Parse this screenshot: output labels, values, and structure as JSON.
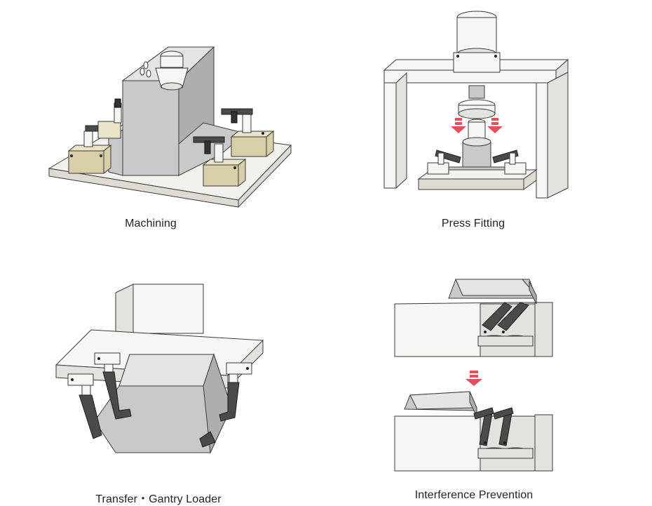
{
  "captions": {
    "machining": "Machining",
    "press_fitting": "Press Fitting",
    "transfer": "Transfer・Gantry Loader",
    "interference": "Interference Prevention"
  },
  "colors": {
    "arrow": "#e2505c",
    "workpiece": "#c9c9c9",
    "base_plate": "#f2f2ec",
    "clamp_body": "#e9e4c9",
    "clamp_arm": "#4a4a4a"
  }
}
